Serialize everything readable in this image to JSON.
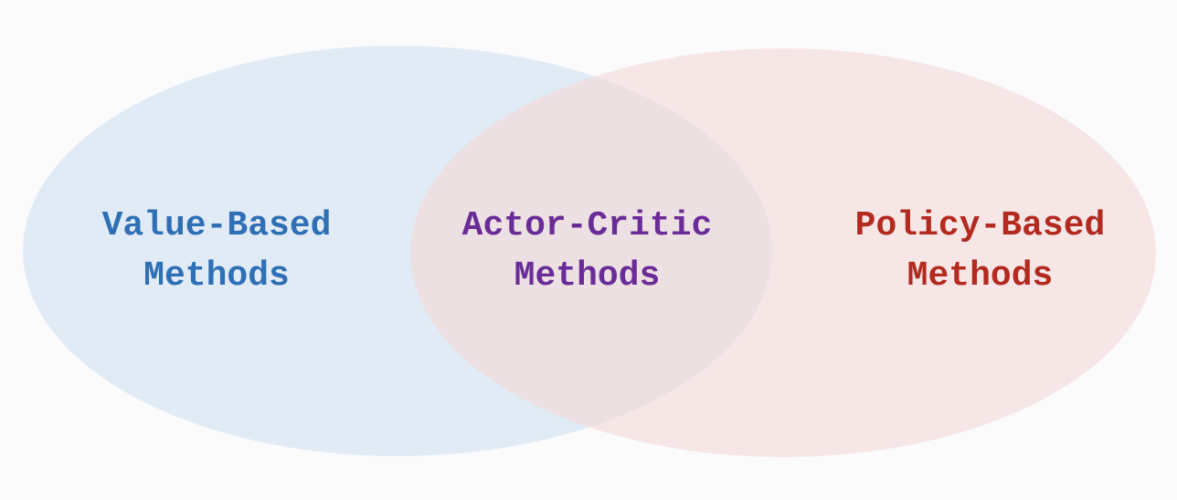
{
  "diagram": {
    "type": "venn",
    "sets": [
      {
        "id": "value",
        "line1": "Value-Based",
        "line2": "Methods",
        "text_color": "#2f6fb5",
        "fill_color": "#dce8f4"
      },
      {
        "id": "policy",
        "line1": "Policy-Based",
        "line2": "Methods",
        "text_color": "#b32a1f",
        "fill_color": "#f4d9d7"
      }
    ],
    "intersection": {
      "line1": "Actor-Critic",
      "line2": "Methods",
      "text_color": "#6a2c97"
    }
  }
}
